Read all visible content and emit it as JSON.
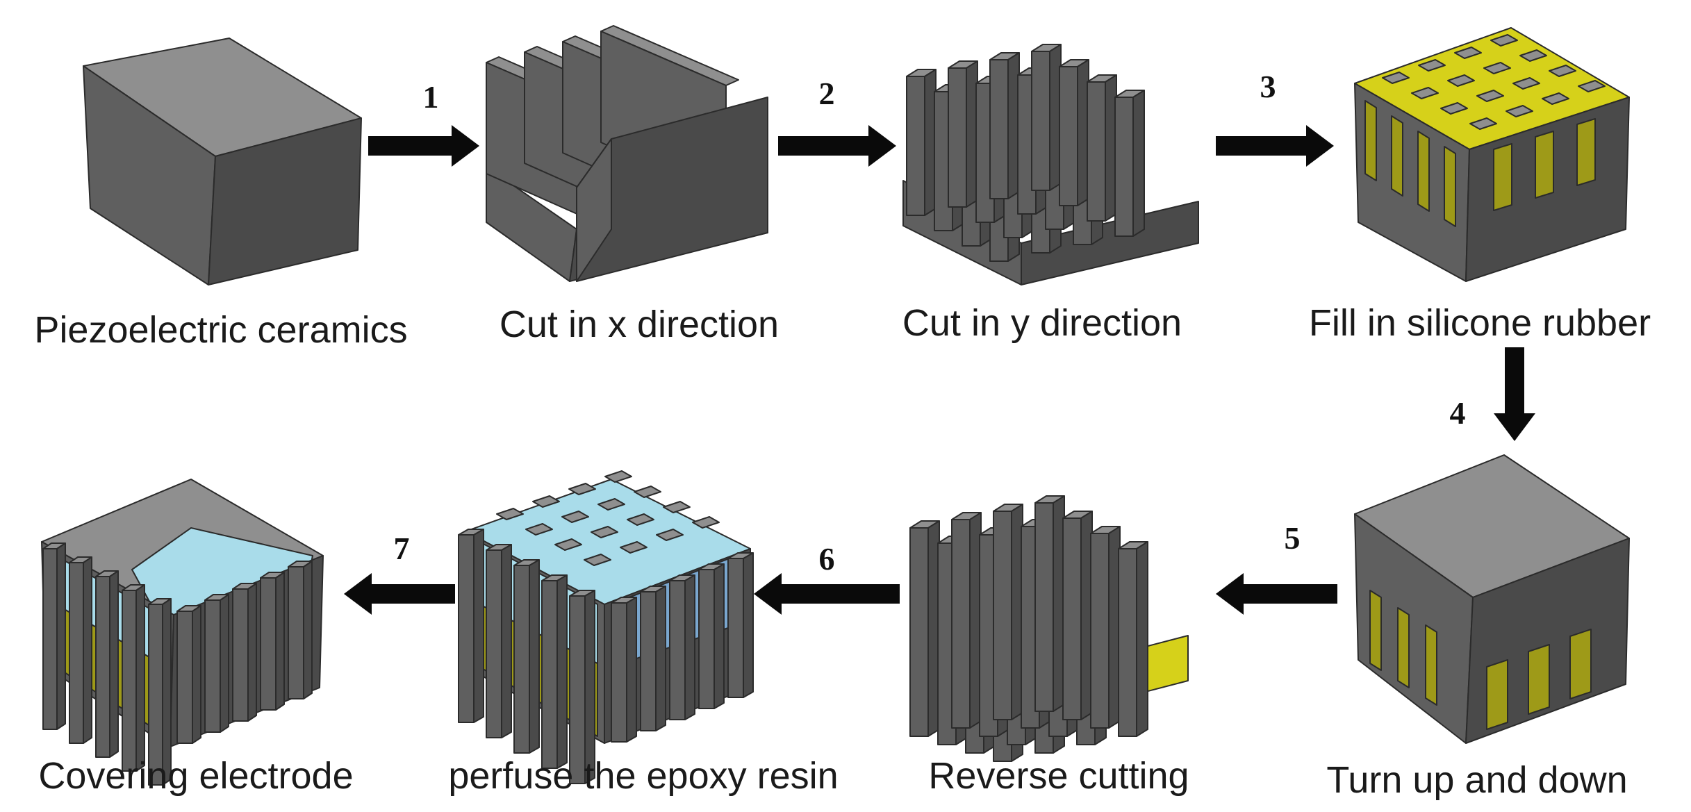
{
  "steps": [
    {
      "label": "Piezoelectric ceramics"
    },
    {
      "label": "Cut in x direction"
    },
    {
      "label": "Cut in y direction"
    },
    {
      "label": "Fill in silicone rubber"
    },
    {
      "label": "Turn up and down"
    },
    {
      "label": "Reverse cutting"
    },
    {
      "label": "perfuse the epoxy resin"
    },
    {
      "label": "Covering electrode"
    }
  ],
  "arrows": [
    "1",
    "2",
    "3",
    "4",
    "5",
    "6",
    "7"
  ],
  "colors": {
    "ceramic_top": "#8f8f8f",
    "ceramic_front": "#5f5f5f",
    "ceramic_side": "#4a4a4a",
    "silicone": "#d6d11a",
    "silicone_dark": "#9e9a18",
    "epoxy": "#a9dcea",
    "epoxy_dark": "#7aa7cf",
    "arrow": "#0a0a0a"
  }
}
